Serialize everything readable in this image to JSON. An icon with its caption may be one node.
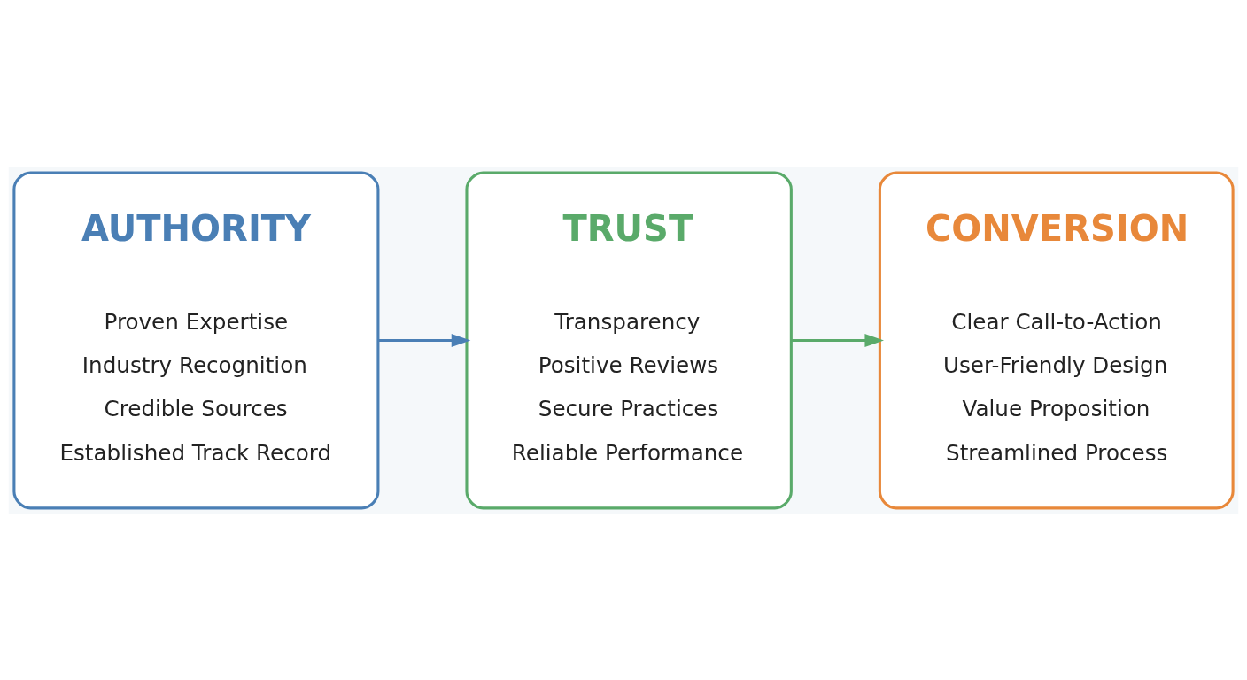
{
  "diagram": {
    "nodes": [
      {
        "text": [
          "AUTHORITY",
          "Proven Expertise",
          "Industry Recognition",
          "Credible Sources",
          "Established Track Record"
        ]
      },
      {
        "text": [
          "TRUST",
          "Transparency",
          "Positive Reviews",
          "Secure Practices",
          "Reliable Performance"
        ]
      },
      {
        "text": [
          "CONVERSION",
          "Clear Call-to-Action",
          "User-Friendly Design",
          "Value Proposition",
          "Streamlined Process"
        ]
      }
    ],
    "edges": [
      {
        "from": 0,
        "to": 1,
        "arrow": "to",
        "color": "#4a7fb5"
      },
      {
        "from": 1,
        "to": 2,
        "arrow": "to",
        "color": "#5aaa6a"
      }
    ]
  }
}
